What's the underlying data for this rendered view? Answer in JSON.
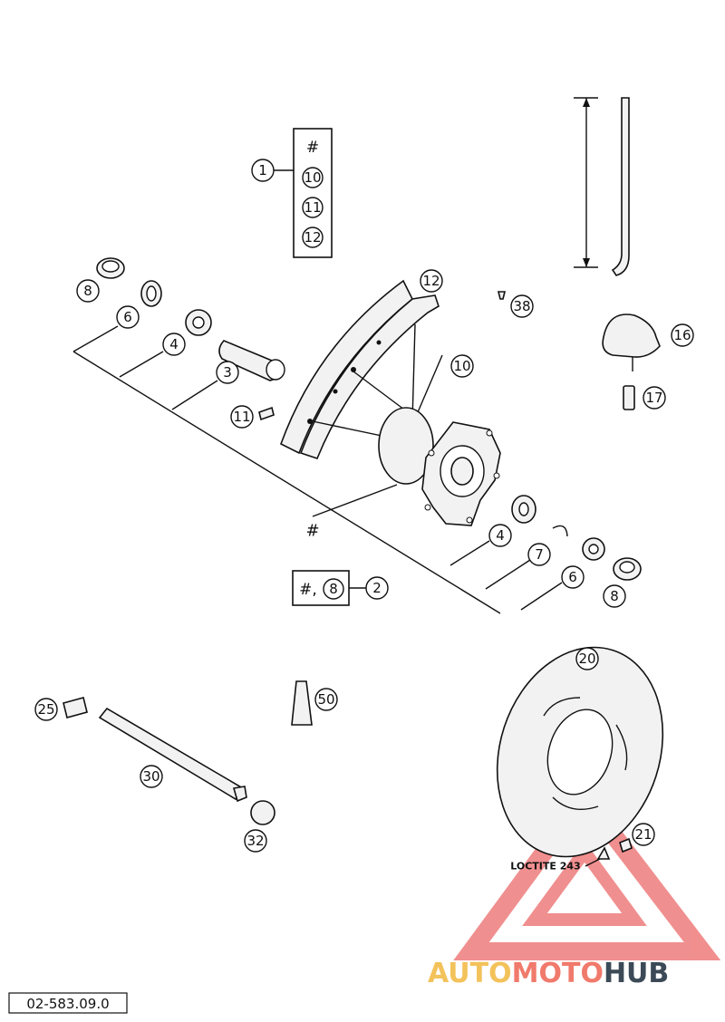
{
  "diagram": {
    "kit_hash": "#",
    "kit_items": [
      "10",
      "11",
      "12"
    ],
    "kit_number": "1",
    "sub_kit_text": "#,",
    "sub_kit_item": "8",
    "sub_kit_number": "2",
    "hub_hash": "#",
    "loctite_label": "LOCTITE 243",
    "callouts": {
      "c8a": "8",
      "c6a": "6",
      "c4a": "4",
      "c3": "3",
      "c11": "11",
      "c12": "12",
      "c10": "10",
      "c38": "38",
      "c16": "16",
      "c17": "17",
      "c4b": "4",
      "c7": "7",
      "c6b": "6",
      "c8b": "8",
      "c25": "25",
      "c30": "30",
      "c32": "32",
      "c50": "50",
      "c20": "20",
      "c21": "21"
    },
    "drawing_number": "02-583.09.0"
  },
  "watermark": {
    "part1": "AUTO",
    "part2": "MOTO",
    "part3": "HUB",
    "color1": "#f3c25b",
    "color2": "#f07a6c",
    "color3": "#3c4a57"
  }
}
